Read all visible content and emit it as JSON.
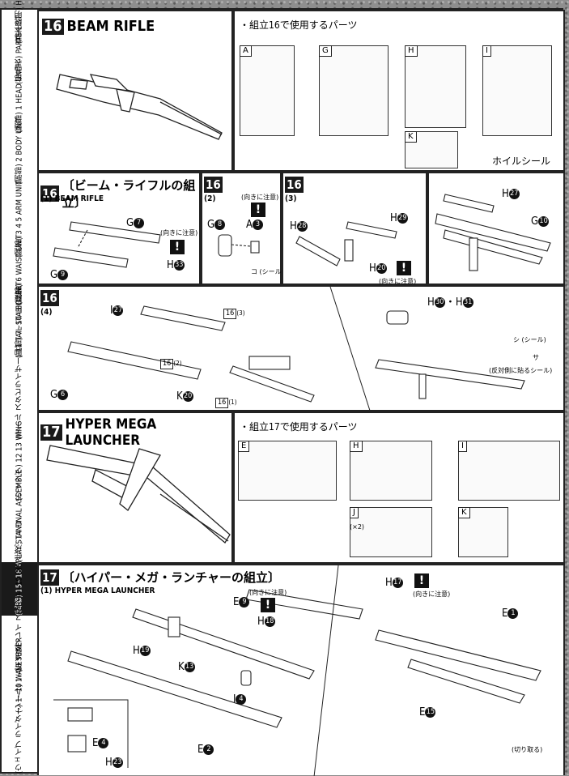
{
  "sidebar": {
    "items": [
      {
        "label": "(基本説明) HOW TO",
        "active": false
      },
      {
        "label": "(部品表) PARTS LIST",
        "active": false
      },
      {
        "label": "(頭部) 1 HEAD UNIT",
        "active": false
      },
      {
        "label": "(胴部) 2 BODY UNIT",
        "active": false
      },
      {
        "label": "(腕部) 3 4 5 ARM UNIT",
        "active": false
      },
      {
        "label": "(腰部) 6 WAIST UNIT",
        "active": false
      },
      {
        "label": "(脚部) 7~10 LEG UNIT",
        "active": false
      },
      {
        "label": "(テール スタビライザー) 11 TAIL STABILIZER",
        "active": false
      },
      {
        "label": "(ウイング) 12 13 WING",
        "active": false
      },
      {
        "label": "(完成) 14 FINAL ASSEMBLE",
        "active": false
      },
      {
        "label": "(武器) 15~18 WEAPONS",
        "active": true
      },
      {
        "label": "(ディスプレイ スタンド) 19 DISPLAY STAND",
        "active": false
      },
      {
        "label": "(シール) 1~10 SEAL",
        "active": false
      },
      {
        "label": "(ウェイブ ライダー) 1~10 WAVE RIDER",
        "active": false
      }
    ]
  },
  "step16": {
    "num": "16",
    "title": "BEAM RIFLE",
    "parts_heading": "・組立16で使用するパーツ",
    "runners": [
      "A",
      "G",
      "H",
      "I",
      "K"
    ],
    "sticker_label": "ホイルシール",
    "sub1": {
      "num": "16",
      "sub": "(1)",
      "jp": "〔ビーム・ライフルの組立〕",
      "en": "BEAM RIFLE",
      "labels": {
        "g7": "G",
        "g7n": "7",
        "g9": "G",
        "g9n": "9",
        "h33": "H",
        "h33n": "33",
        "note": "(向きに注意)"
      }
    },
    "sub2": {
      "num": "16",
      "sub": "(2)",
      "labels": {
        "g8": "G",
        "g8n": "8",
        "a3": "A",
        "a3n": "3",
        "note": "(向きに注意)",
        "seal": "(シール)",
        "seal_code": "コ"
      }
    },
    "sub3": {
      "num": "16",
      "sub": "(3)",
      "labels": {
        "h28": "H",
        "h28n": "28",
        "h29": "H",
        "h29n": "29",
        "h20": "H",
        "h20n": "20",
        "note": "(向きに注意)"
      }
    },
    "sub3b": {
      "labels": {
        "h27": "H",
        "h27n": "27",
        "g10": "G",
        "g10n": "10"
      }
    },
    "sub4": {
      "num": "16",
      "sub": "(4)",
      "labels": {
        "i27": "I",
        "i27n": "27",
        "g6": "G",
        "g6n": "6",
        "k20": "K",
        "k20n": "20",
        "ref3": "16",
        "ref3s": "(3)",
        "ref2": "16",
        "ref2s": "(2)",
        "ref1": "16",
        "ref1s": "(1)",
        "h30": "H",
        "h30n": "30",
        "h31": "H",
        "h31n": "31",
        "seal_shi": "シ (シール)",
        "sa": "サ",
        "reverse_note": "(反対側に貼るシール)"
      }
    }
  },
  "step17": {
    "num": "17",
    "title": "HYPER MEGA LAUNCHER",
    "parts_heading": "・組立17で使用するパーツ",
    "runners": [
      "E",
      "H",
      "I",
      "J",
      "K"
    ],
    "j_count": "(×2)",
    "sub1": {
      "num": "17",
      "sub": "(1)",
      "jp": "〔ハイパー・メガ・ランチャーの組立〕",
      "en": "HYPER MEGA LAUNCHER",
      "labels": {
        "e9": "E",
        "e9n": "9",
        "h19": "H",
        "h19n": "19",
        "k13": "K",
        "k13n": "13",
        "i4": "I",
        "i4n": "4",
        "e2": "E",
        "e2n": "2",
        "e4": "E",
        "e4n": "4",
        "h23": "H",
        "h23n": "23",
        "h18": "H",
        "h18n": "18",
        "h17": "H",
        "h17n": "17",
        "note1": "(向きに注意)",
        "note2": "(向きに注意)",
        "e1": "E",
        "e1n": "1",
        "e15": "E",
        "e15n": "15",
        "cut": "(切り取る)"
      }
    }
  },
  "colors": {
    "ink": "#1a1a1a",
    "paper": "#ffffff",
    "background": "#8a8a8a"
  }
}
